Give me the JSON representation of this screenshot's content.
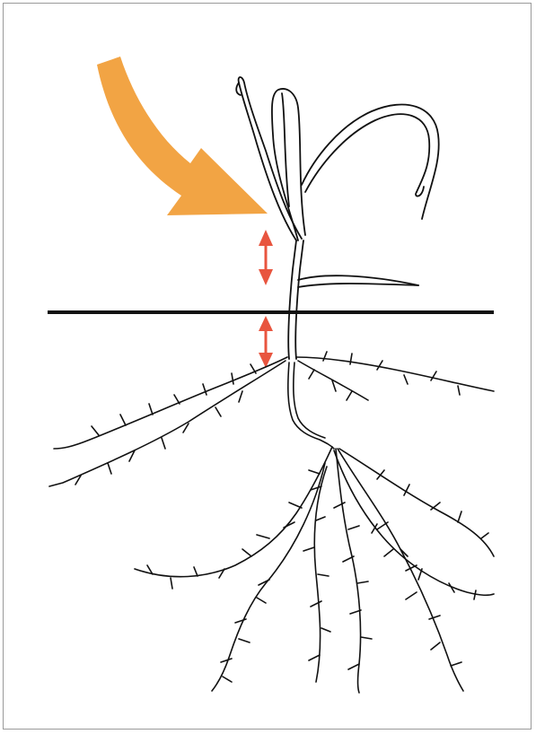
{
  "colors": {
    "arrow": "#f2a444",
    "measure_arrows": "#e8553f",
    "ink": "#111111",
    "frame": "#9a9a9a"
  },
  "diagram": {
    "elements": [
      "curved-arrow",
      "plant-seedling",
      "soil-line",
      "double-arrow-above-soil",
      "double-arrow-below-soil",
      "roots"
    ]
  }
}
